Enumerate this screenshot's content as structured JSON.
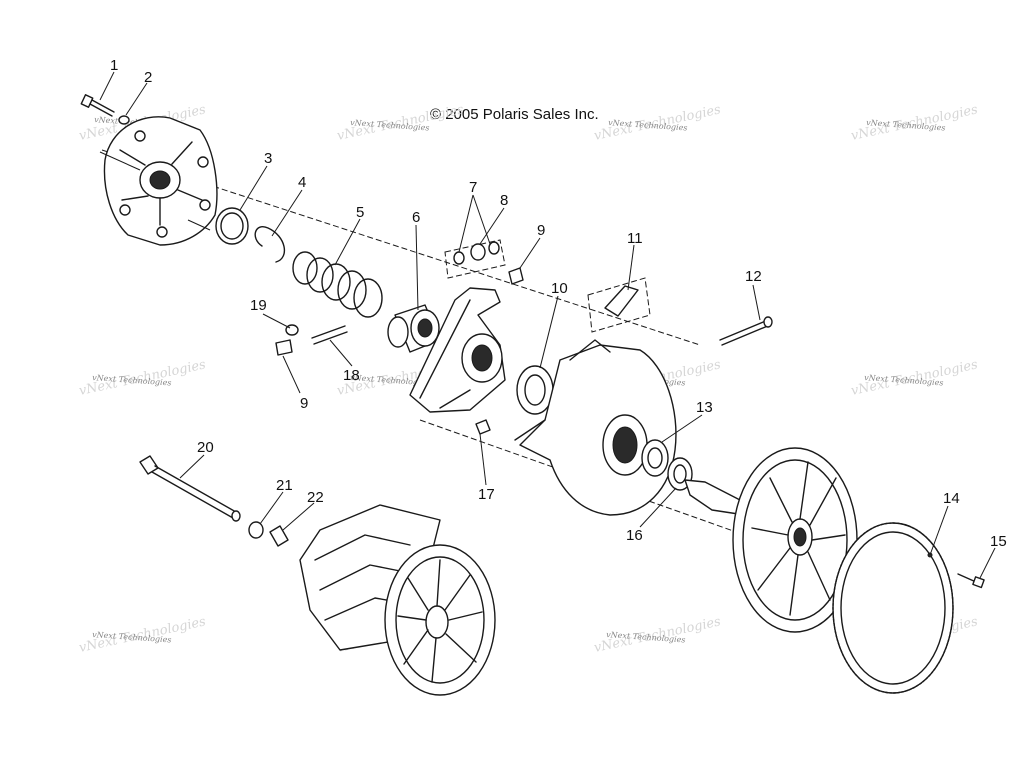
{
  "copyright": "© 2005 Polaris Sales Inc.",
  "watermark": {
    "text": "vNext Technologies"
  },
  "callouts": [
    "1",
    "2",
    "3",
    "4",
    "5",
    "6",
    "7",
    "8",
    "9",
    "10",
    "11",
    "12",
    "13",
    "14",
    "15",
    "16",
    "17",
    "18",
    "19",
    "9",
    "20",
    "21",
    "22"
  ],
  "icons": {
    "copyright": "copyright-symbol"
  }
}
